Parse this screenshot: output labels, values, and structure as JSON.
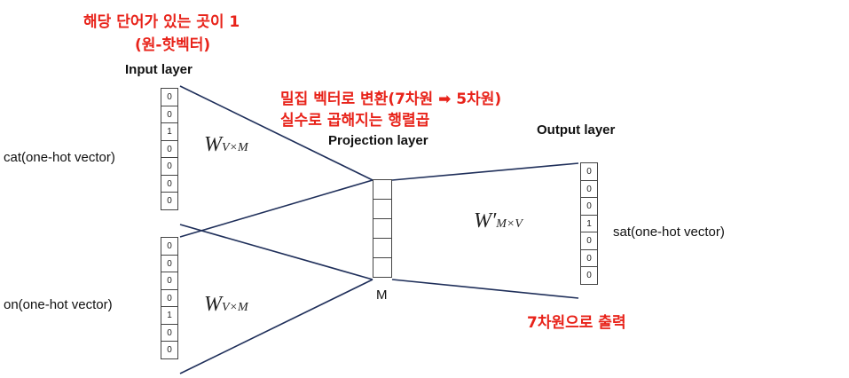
{
  "annotations": {
    "onehot_line1": "해당 단어가 있는 곳이 1",
    "onehot_line2": "(원-핫벡터)",
    "dense_line1": "밀집 벡터로 변환(7차원 ➡ 5차원)",
    "dense_line2": "실수로 곱해지는 행렬곱",
    "output_note": "7차원으로 출력"
  },
  "layers": {
    "input": "Input layer",
    "projection": "Projection layer",
    "output": "Output layer",
    "projection_node": "M"
  },
  "inputs": [
    {
      "label": "cat(one-hot vector)",
      "values": [
        "0",
        "0",
        "1",
        "0",
        "0",
        "0",
        "0"
      ]
    },
    {
      "label": "on(one-hot vector)",
      "values": [
        "0",
        "0",
        "0",
        "0",
        "1",
        "0",
        "0"
      ]
    }
  ],
  "output": {
    "label": "sat(one-hot vector)",
    "values": [
      "0",
      "0",
      "0",
      "1",
      "0",
      "0",
      "0"
    ]
  },
  "matrices": {
    "input_weight": {
      "symbol": "W",
      "subscript": "V×M"
    },
    "output_weight": {
      "symbol": "W′",
      "subscript": "M×V"
    }
  },
  "colors": {
    "annotation": "#e8231a",
    "lines": "#1f2f5a"
  }
}
